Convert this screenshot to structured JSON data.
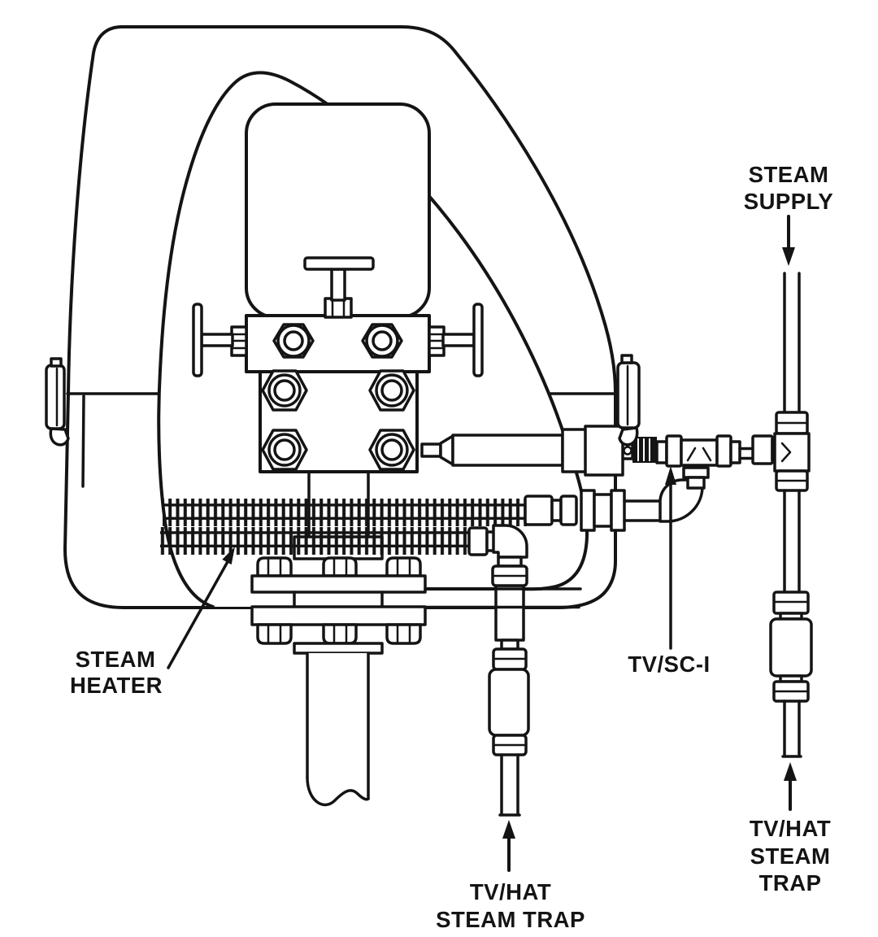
{
  "diagram": {
    "colors": {
      "line": "#141414",
      "bg": "#ffffff"
    },
    "labels": {
      "steam_supply": {
        "line1": "STEAM",
        "line2": "SUPPLY"
      },
      "steam_heater": {
        "line1": "STEAM",
        "line2": "HEATER"
      },
      "tv_sc": {
        "text": "TV/SC-I"
      },
      "trap_center": {
        "line1": "TV/HAT",
        "line2": "STEAM TRAP"
      },
      "trap_right": {
        "line1": "TV/HAT",
        "line2": "STEAM",
        "line3": "TRAP"
      }
    }
  }
}
